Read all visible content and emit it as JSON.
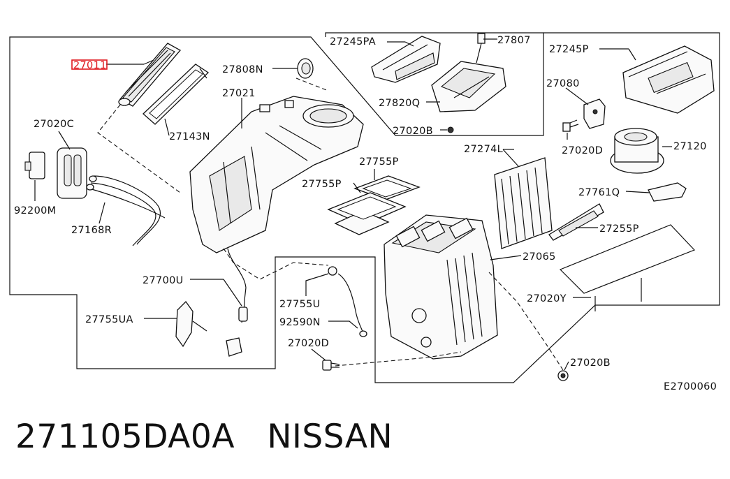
{
  "callouts": {
    "p27011": "27011",
    "p27143N": "27143N",
    "p27020C": "27020C",
    "p92200M": "92200M",
    "p27168R": "27168R",
    "p27808N": "27808N",
    "p27021": "27021",
    "p27245PA": "27245PA",
    "p27807": "27807",
    "p27820Q": "27820Q",
    "p27020B_top": "27020B",
    "p27245P": "27245P",
    "p27080": "27080",
    "p27020D_right": "27020D",
    "p27120": "27120",
    "p27274L": "27274L",
    "p27755P_a": "27755P",
    "p27755P_b": "27755P",
    "p27761Q": "27761Q",
    "p27255P": "27255P",
    "p27065": "27065",
    "p27700U": "27700U",
    "p27755UA": "27755UA",
    "p27755U": "27755U",
    "p92590N": "92590N",
    "p27020D_bottom": "27020D",
    "p27020Y": "27020Y",
    "p27020B_bottom": "27020B"
  },
  "diagram_code": "E2700060",
  "caption": {
    "part_number": "271105DA0A",
    "brand": "NISSAN"
  },
  "colors": {
    "highlight": "#e0191f",
    "ink": "#111111"
  }
}
